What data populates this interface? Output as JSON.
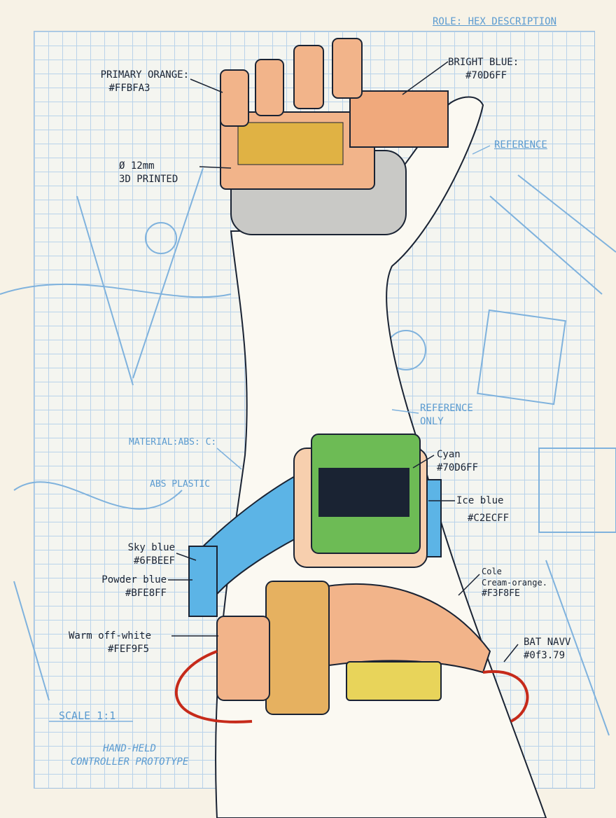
{
  "header": {
    "role_label": "ROLE: HEX DESCRIPTION"
  },
  "annotations": {
    "primary_orange": {
      "name": "PRIMARY ORANGE:",
      "hex": "#FFBFA3"
    },
    "bright_blue": {
      "name": "BRIGHT BLUE:",
      "hex": "#70D6FF"
    },
    "diameter": {
      "line1": "Ø 12mm",
      "line2": "3D PRINTED"
    },
    "reference": "REFERENCE",
    "reference_only": {
      "line1": "REFERENCE",
      "line2": "ONLY"
    },
    "material": "MATERIAL:ABS: C:",
    "abs_plastic": "ABS PLASTIC",
    "cyan": {
      "name": "Cyan",
      "hex": "#70D6FF"
    },
    "ice_blue": {
      "name": "Ice blue",
      "hex": "#C2ECFF"
    },
    "sky_blue": {
      "name": "Sky blue",
      "hex": "#6FBEEF"
    },
    "powder_blue": {
      "name": "Powder blue",
      "hex": "#BFE8FF"
    },
    "cole": {
      "line1": "Cole",
      "line2": "Cream-orange.",
      "hex": "#F3F8FE"
    },
    "warm_off_white": {
      "name": "Warm off-white",
      "hex": "#FEF9F5"
    },
    "bat_navy": {
      "name": "BAT NAVV",
      "hex": "#0f3.79"
    }
  },
  "footer": {
    "scale": "SCALE 1:1",
    "title_line1": "HAND-HELD",
    "title_line2": "CONTROLLER PROTOTYPE"
  },
  "colors": {
    "orange": "#f2b48a",
    "sky": "#5cb4e6",
    "green": "#6dbb55",
    "navy": "#1a2333",
    "grid": "#b9d3ea",
    "yellow": "#e8d45a"
  }
}
